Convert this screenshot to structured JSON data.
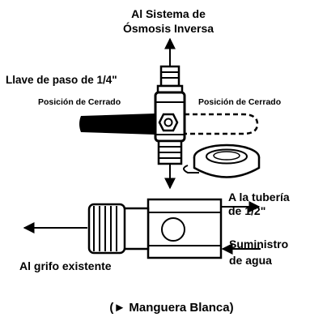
{
  "labels": {
    "top_line1": "Al Sistema de",
    "top_line2": "Ósmosis Inversa",
    "valve": "Llave de paso de 1/4\"",
    "closed_left": "Posición de Cerrado",
    "closed_right": "Posición de Cerrado",
    "pipe_line1": "A la tubería",
    "pipe_line2": "de 1/2\"",
    "supply_line1": "Suministro",
    "supply_line2": "de agua",
    "faucet": "Al grifo existente",
    "footer": "(► Manguera Blanca)"
  }
}
